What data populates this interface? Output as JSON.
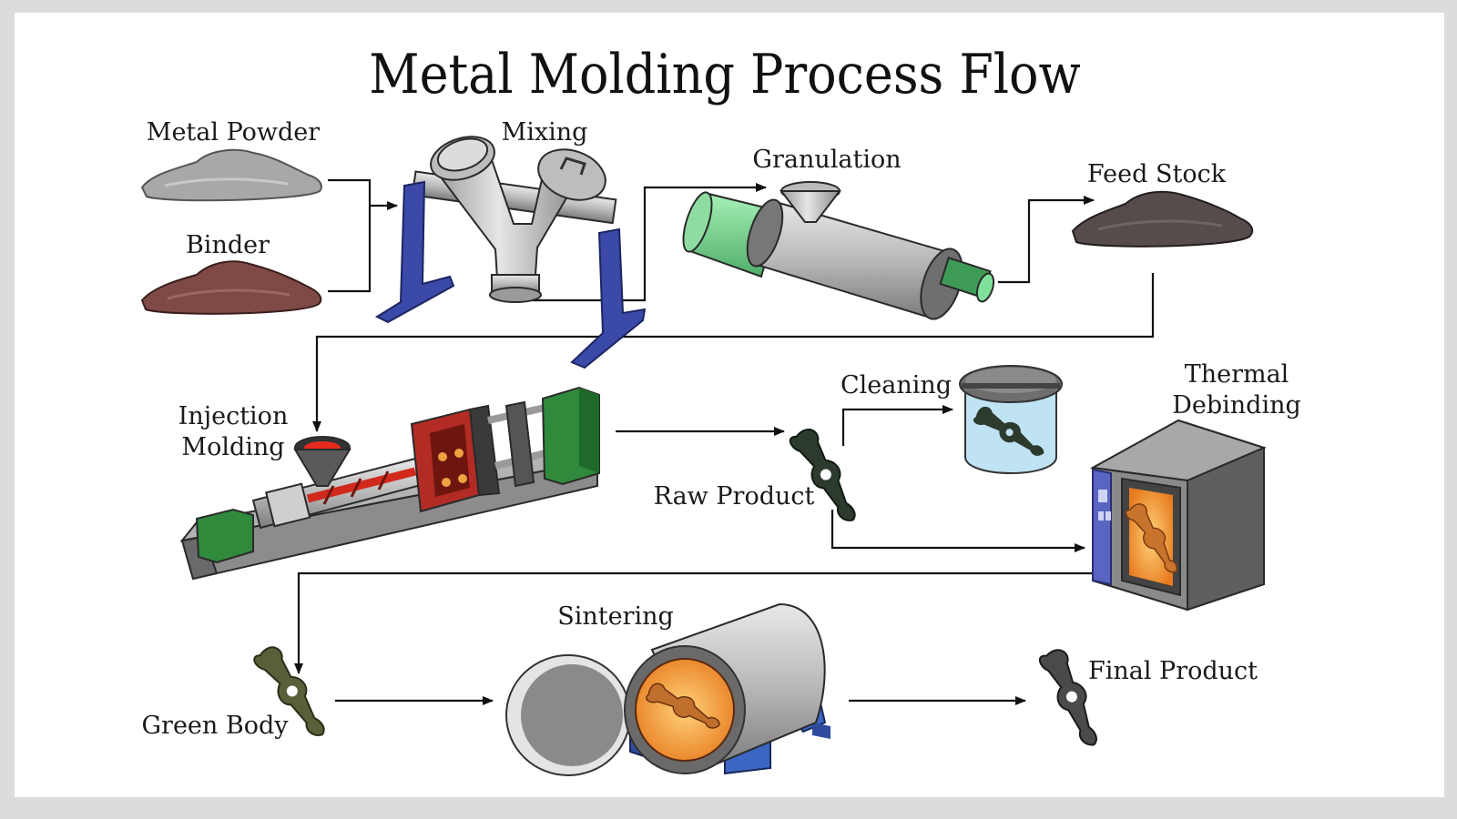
{
  "title": "Metal Molding Process Flow",
  "steps": {
    "metal_powder": "Metal Powder",
    "binder": "Binder",
    "mixing": "Mixing",
    "granulation": "Granulation",
    "feed_stock": "Feed Stock",
    "injection_molding_line1": "Injection",
    "injection_molding_line2": "Molding",
    "raw_product": "Raw Product",
    "cleaning": "Cleaning",
    "thermal_debinding_line1": "Thermal",
    "thermal_debinding_line2": "Debinding",
    "green_body": "Green Body",
    "sintering": "Sintering",
    "final_product": "Final Product"
  },
  "colors": {
    "metal_powder": "#a8a8a8",
    "binder": "#7f4a46",
    "feed_stock": "#574c4c",
    "stand_blue": "#3b4aa8",
    "granulator_green": "#6fcf8c",
    "molding_red": "#b22b24",
    "machine_green": "#2f8a3c",
    "oven_orange": "#f29a3a",
    "cleaning_water": "#bfe3f2",
    "green_body": "#5a5f3a",
    "raw_product": "#2d3a2e",
    "final_product": "#4a4a4a"
  }
}
